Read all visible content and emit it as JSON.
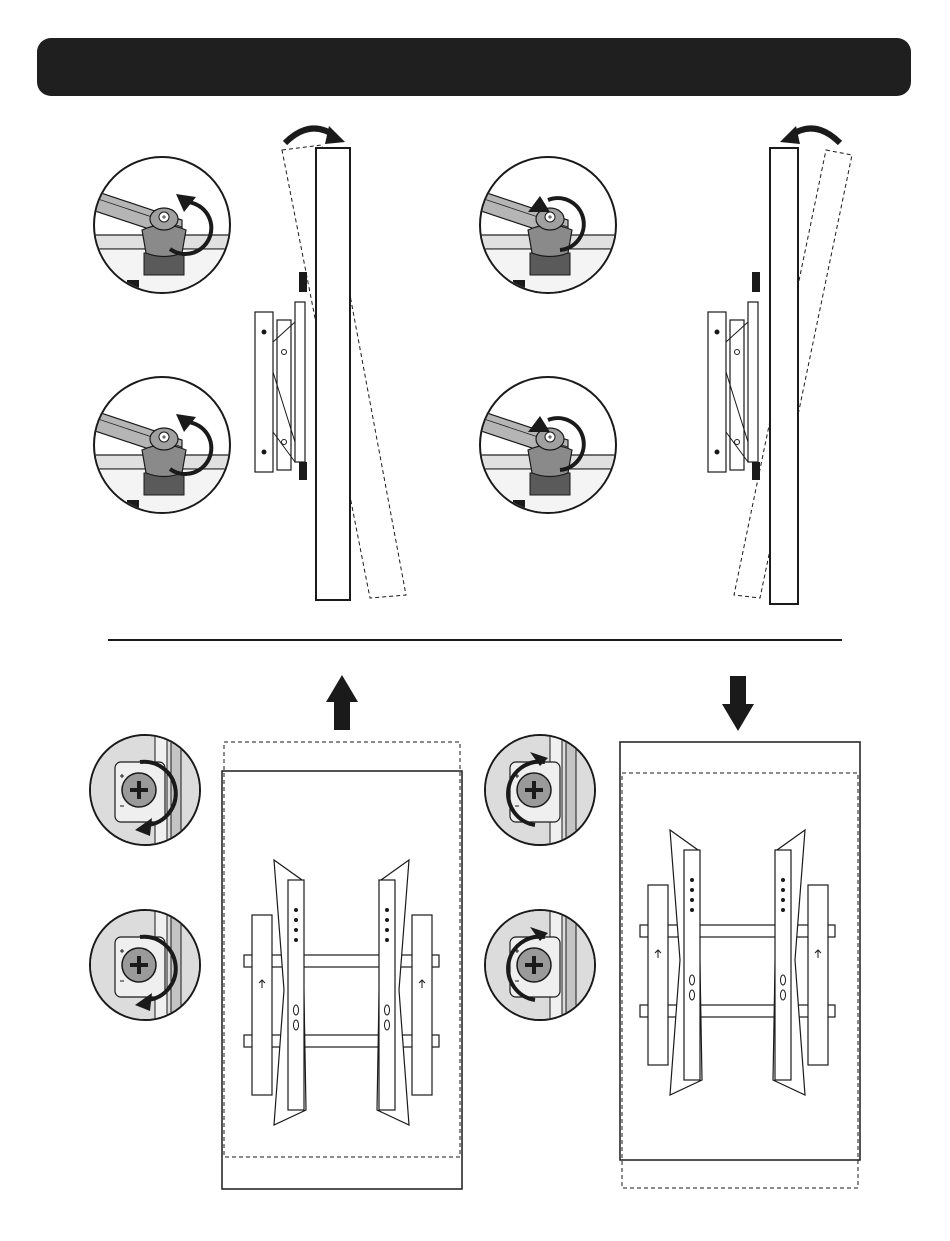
{
  "header": {
    "title": ""
  },
  "colors": {
    "header_bar": "#1f1f1f",
    "line": "#1a1a1a",
    "knob_fill": "#8a8a8a",
    "inset_fill": "#d9d9d9"
  },
  "panels": [
    {
      "id": "tilt-forward",
      "rotation_direction": "clockwise",
      "motion": "tilt-top-forward"
    },
    {
      "id": "tilt-backward",
      "rotation_direction": "counterclockwise",
      "motion": "tilt-top-backward"
    },
    {
      "id": "raise",
      "rotation_direction": "counterclockwise",
      "motion": "up"
    },
    {
      "id": "lower",
      "rotation_direction": "clockwise",
      "motion": "down"
    }
  ],
  "icons": {
    "tilt": "curved-arrow-icon",
    "knob": "tension-knob-icon",
    "screw": "phillips-screw-icon",
    "up": "arrow-up-icon",
    "down": "arrow-down-icon"
  }
}
